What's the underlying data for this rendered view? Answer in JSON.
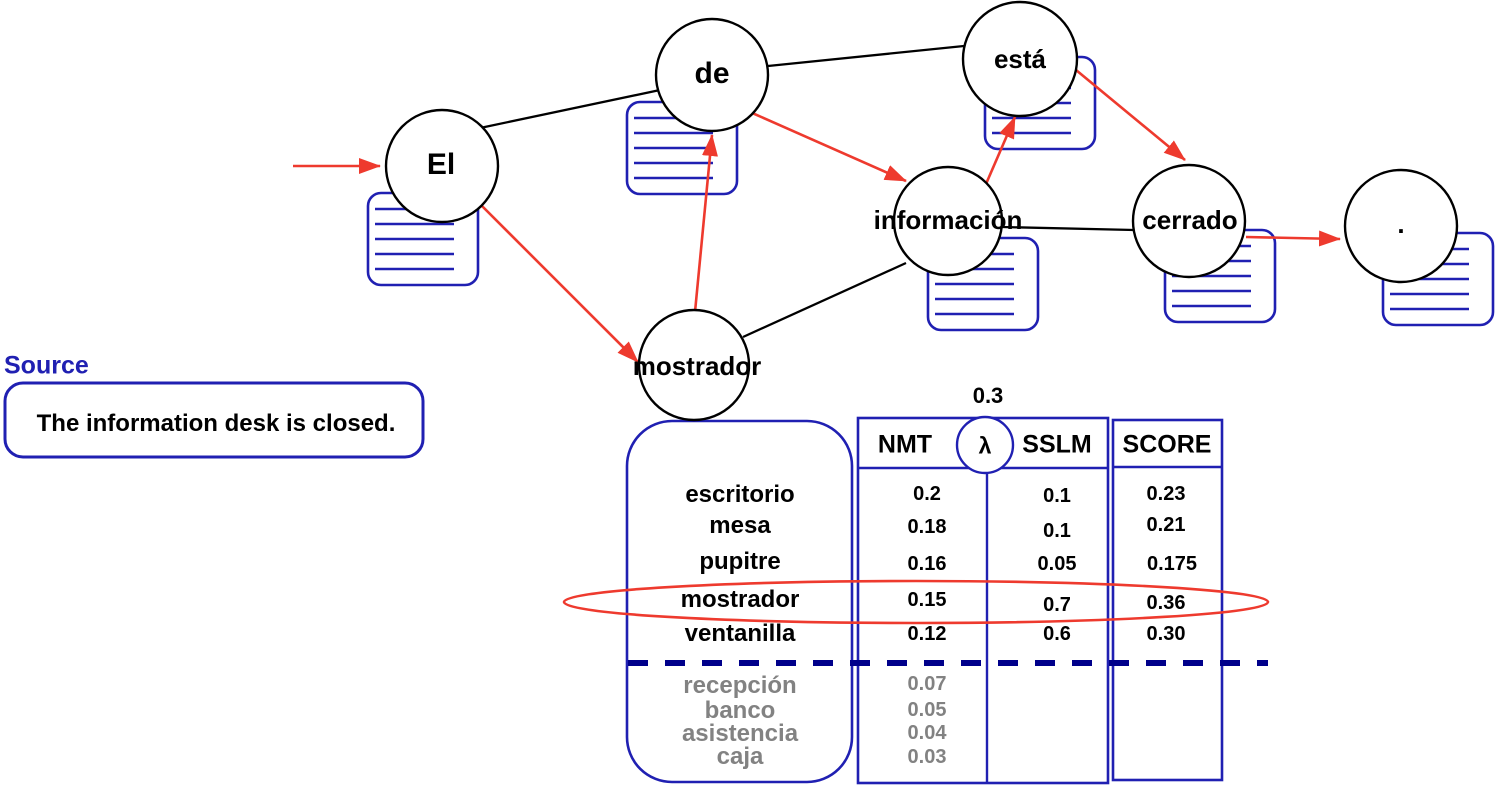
{
  "source": {
    "heading": "Source",
    "sentence": "The information desk is closed."
  },
  "lattice": {
    "nodes": [
      {
        "id": "el",
        "label": "El"
      },
      {
        "id": "de",
        "label": "de"
      },
      {
        "id": "esta",
        "label": "está"
      },
      {
        "id": "informacion",
        "label": "información"
      },
      {
        "id": "cerrado",
        "label": "cerrado"
      },
      {
        "id": "mostrador",
        "label": "mostrador"
      },
      {
        "id": "period",
        "label": "."
      }
    ],
    "edges": [
      {
        "from": "start",
        "to": "El",
        "type": "red-arrow"
      },
      {
        "from": "El",
        "to": "mostrador",
        "type": "red-arrow"
      },
      {
        "from": "El",
        "to": "de",
        "type": "black-line"
      },
      {
        "from": "mostrador",
        "to": "de",
        "type": "red-arrow"
      },
      {
        "from": "mostrador",
        "to": "información",
        "type": "black-line"
      },
      {
        "from": "de",
        "to": "está",
        "type": "black-line"
      },
      {
        "from": "de",
        "to": "información",
        "type": "red-arrow"
      },
      {
        "from": "información",
        "to": "está",
        "type": "red-arrow"
      },
      {
        "from": "información",
        "to": "cerrado",
        "type": "black-line"
      },
      {
        "from": "está",
        "to": "cerrado",
        "type": "red-arrow"
      },
      {
        "from": "cerrado",
        "to": ".",
        "type": "red-arrow"
      }
    ]
  },
  "table": {
    "lambda": {
      "value": "0.3",
      "symbol": "λ"
    },
    "headers": {
      "nmt": "NMT",
      "sslm": "SSLM",
      "score": "SCORE"
    },
    "rows": [
      {
        "word": "escritorio",
        "nmt": "0.2",
        "sslm": "0.1",
        "score": "0.23",
        "highlighted": false
      },
      {
        "word": "mesa",
        "nmt": "0.18",
        "sslm": "0.1",
        "score": "0.21",
        "highlighted": false
      },
      {
        "word": "pupitre",
        "nmt": "0.16",
        "sslm": "0.05",
        "score": "0.175",
        "highlighted": false
      },
      {
        "word": "mostrador",
        "nmt": "0.15",
        "sslm": "0.7",
        "score": "0.36",
        "highlighted": true
      },
      {
        "word": "ventanilla",
        "nmt": "0.12",
        "sslm": "0.6",
        "score": "0.30",
        "highlighted": false
      }
    ],
    "pruned_rows": [
      {
        "word": "recepción",
        "nmt": "0.07"
      },
      {
        "word": "banco",
        "nmt": "0.05"
      },
      {
        "word": "asistencia",
        "nmt": "0.04"
      },
      {
        "word": "caja",
        "nmt": "0.03"
      }
    ]
  },
  "colors": {
    "navy": "#2020b2",
    "dark_navy": "#00008b",
    "red": "#ee3a2e",
    "gray": "#828282"
  }
}
